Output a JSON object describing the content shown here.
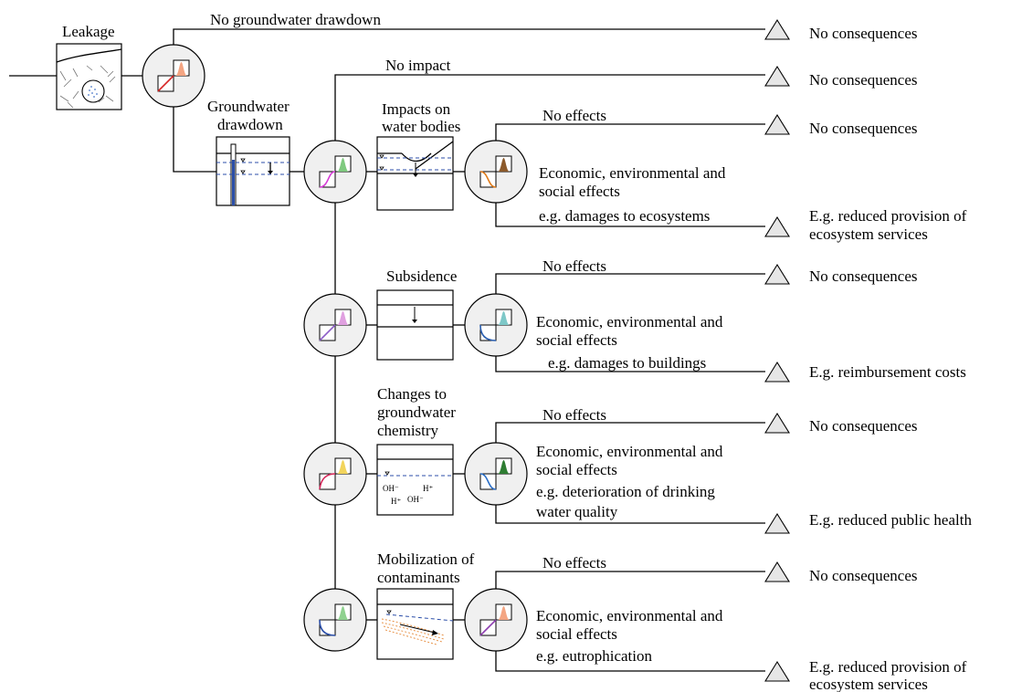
{
  "labels": {
    "leakage": "Leakage",
    "no_drawdown": "No groundwater drawdown",
    "drawdown_1": "Groundwater",
    "drawdown_2": "drawdown",
    "no_impact": "No impact",
    "impacts_1": "Impacts on",
    "impacts_2": "water bodies",
    "subsidence": "Subsidence",
    "chem_1": "Changes to",
    "chem_2": "groundwater",
    "chem_3": "chemistry",
    "mob_1": "Mobilization of",
    "mob_2": "contaminants",
    "no_effects": "No effects",
    "eco_1": "Economic, environmental and",
    "eco_2": "social effects",
    "eg_ecosystems": "e.g. damages to ecosystems",
    "eg_buildings": "e.g. damages to buildings",
    "eg_drinking_1": "e.g. deterioration of drinking",
    "eg_drinking_2": "water quality",
    "eg_eutro": "e.g. eutrophication",
    "no_consequences": "No consequences",
    "reduced_provision_1": "E.g. reduced provision of",
    "reduced_provision_2": "ecosystem services",
    "reimbursement": "E.g. reimbursement costs",
    "public_health": "E.g. reduced public health",
    "oh_minus": "OH⁻",
    "h_plus": "H⁺"
  },
  "node_colors": {
    "leak": {
      "curve": "#d62828",
      "peak": "#f4a582"
    },
    "drawdown": {
      "curve": "#d63ad6",
      "peak": "#7fc97f"
    },
    "water_effects": {
      "curve": "#e07b1a",
      "peak": "#8c5a2b"
    },
    "subsidence": {
      "curve": "#8e5fc8",
      "peak": "#e0a0e0"
    },
    "subsidence_effects": {
      "curve": "#2b5fb0",
      "peak": "#7ec8c8"
    },
    "chemistry": {
      "curve": "#d6285a",
      "peak": "#f2d45c"
    },
    "chemistry_effects": {
      "curve": "#2b6fc8",
      "peak": "#2e7d32"
    },
    "mobilization": {
      "curve": "#2b4ea8",
      "peak": "#8fd18f"
    },
    "mobilization_effects": {
      "curve": "#8e3fb0",
      "peak": "#f4a582"
    }
  }
}
